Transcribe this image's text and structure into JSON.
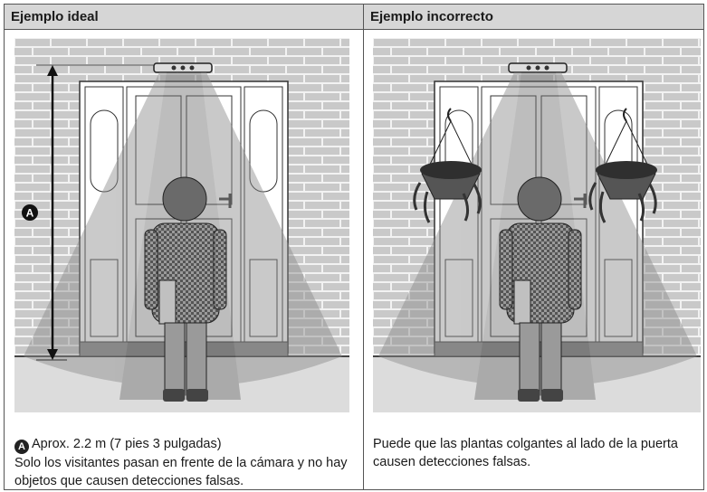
{
  "panels": {
    "ideal": {
      "title": "Ejemplo ideal",
      "marker": "A",
      "caption_line1": "Aprox. 2.2 m (7 pies 3 pulgadas)",
      "caption_line2": "Solo los visitantes pasan en frente de la cámara y no hay objetos que causen detecciones falsas."
    },
    "incorrect": {
      "title": "Ejemplo incorrecto",
      "caption": "Puede que las plantas colgantes al lado de la puerta causen detecciones falsas."
    }
  },
  "colors": {
    "header_bg": "#d6d6d6",
    "brick": "#c9c9c9",
    "mortar": "#f2f2f2",
    "door": "#ffffff",
    "ground": "#dcdcdc",
    "beam": "#8a8a8a"
  }
}
